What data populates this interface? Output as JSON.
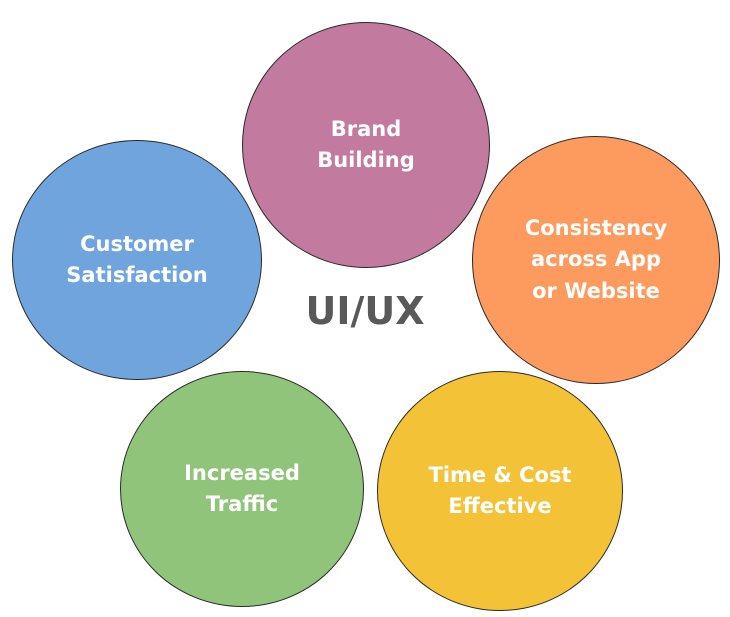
{
  "center": {
    "title": "UI/UX"
  },
  "bubbles": [
    {
      "label": "Brand\nBuilding",
      "color": "#c27a9e"
    },
    {
      "label": "Consistency\nacross App\nor Website",
      "color": "#fd9a5e"
    },
    {
      "label": "Time & Cost\nEffective",
      "color": "#f3c236"
    },
    {
      "label": "Increased\nTraffic",
      "color": "#8fc47a"
    },
    {
      "label": "Customer\nSatisfaction",
      "color": "#6fa5dc"
    }
  ]
}
